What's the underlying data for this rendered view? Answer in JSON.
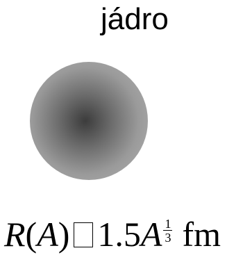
{
  "title": "jádro",
  "formula": {
    "R": "R",
    "open_paren": "(",
    "A1": "A",
    "close_paren": ")",
    "number": "1.5",
    "A2": "A",
    "exp_num": "1",
    "exp_den": "3",
    "unit": "fm"
  },
  "colors": {
    "nucleus_center": "#3c3c3c",
    "nucleus_edge": "#b3b3b3"
  }
}
